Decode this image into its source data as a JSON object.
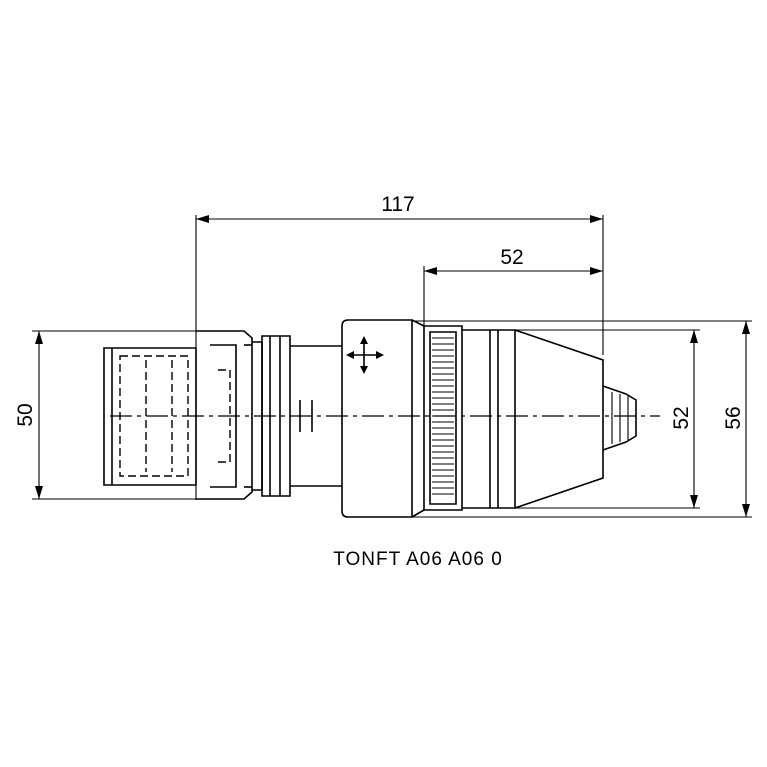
{
  "dimensions": {
    "overall_length": "117",
    "head_length": "52",
    "body_height": "50",
    "head_diameter": "52",
    "bezel_diameter": "56"
  },
  "caption": "TONFT A06 A06 0",
  "colors": {
    "line": "#000000",
    "background": "#ffffff"
  }
}
